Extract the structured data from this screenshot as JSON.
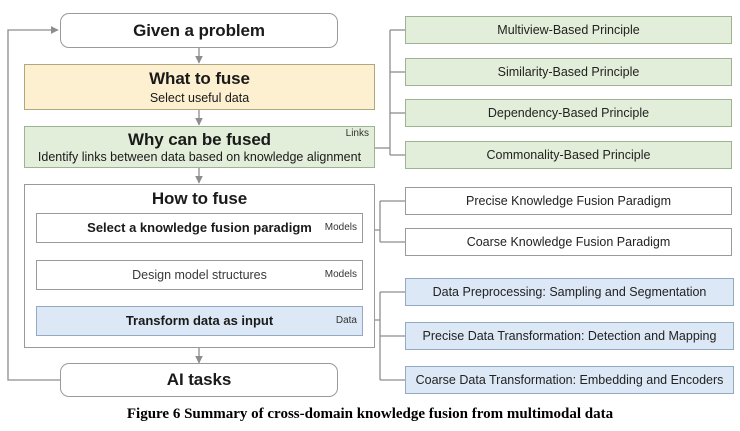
{
  "figure": {
    "caption": "Figure 6 Summary of cross-domain knowledge fusion from multimodal data"
  },
  "colors": {
    "yellow_fill": "#fdf0d0",
    "green_fill": "#e2eed9",
    "blue_fill": "#dce8f5",
    "white_fill": "#ffffff",
    "border": "#9a9a9a",
    "wire": "#8d8d8d"
  },
  "flow": {
    "start": {
      "label": "Given a problem"
    },
    "what": {
      "title": "What to fuse",
      "subtitle": "Select useful data"
    },
    "why": {
      "title": "Why can be fused",
      "subtitle": "Identify links between data based on knowledge alignment",
      "tag": "Links"
    },
    "how": {
      "title": "How to fuse",
      "steps": [
        {
          "label": "Select a knowledge fusion paradigm",
          "tag": "Models"
        },
        {
          "label": "Design model structures",
          "tag": "Models"
        },
        {
          "label": "Transform data as input",
          "tag": "Data"
        }
      ]
    },
    "end": {
      "label": "AI tasks"
    }
  },
  "branches": {
    "principles": [
      {
        "label": "Multiview-Based Principle"
      },
      {
        "label": "Similarity-Based Principle"
      },
      {
        "label": "Dependency-Based Principle"
      },
      {
        "label": "Commonality-Based Principle"
      }
    ],
    "paradigms": [
      {
        "label": "Precise Knowledge Fusion Paradigm"
      },
      {
        "label": "Coarse Knowledge Fusion Paradigm"
      }
    ],
    "data_ops": [
      {
        "label": "Data Preprocessing: Sampling and Segmentation"
      },
      {
        "label": "Precise Data Transformation: Detection and Mapping"
      },
      {
        "label": "Coarse Data Transformation: Embedding and Encoders"
      }
    ]
  }
}
